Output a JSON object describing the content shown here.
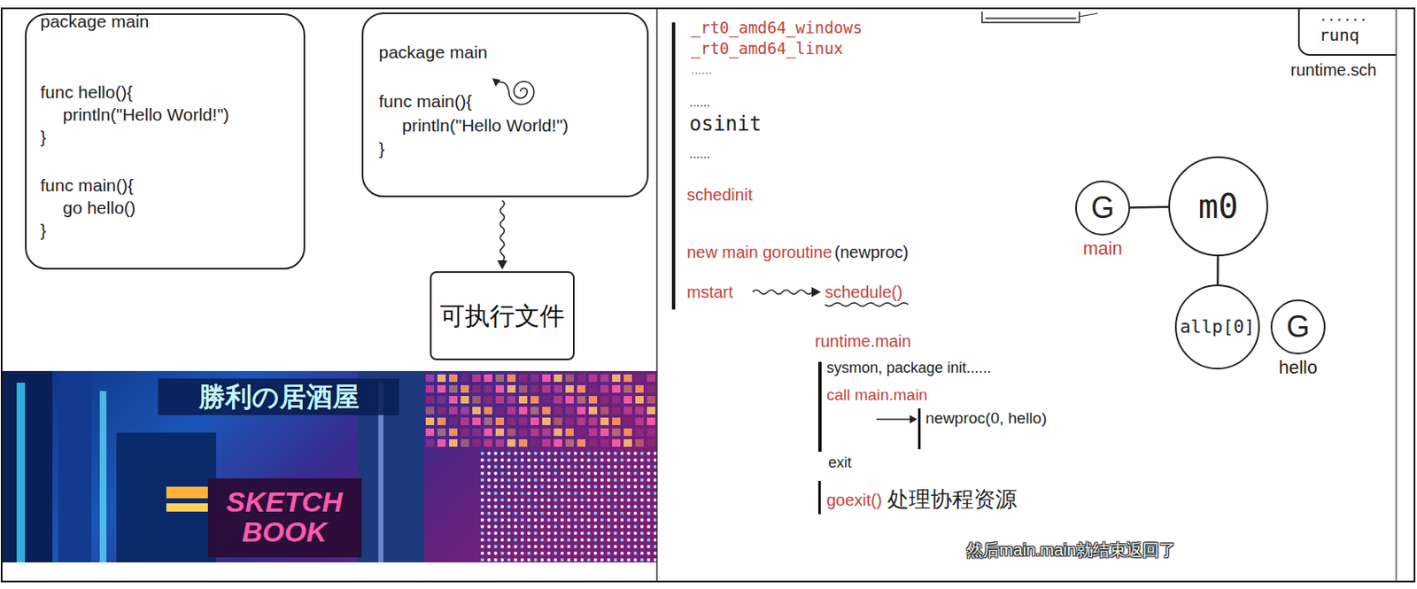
{
  "diagram": {
    "nodes": [
      {
        "text": [
          "package main",
          "func hello(){",
          "println(\"Hello World!\")",
          "}",
          "func main(){",
          "go hello()",
          "}"
        ]
      },
      {
        "text": [
          "package main",
          "func main(){",
          "println(\"Hello World!\")",
          "}"
        ]
      },
      {
        "text": [
          "可执行文件"
        ]
      },
      {
        "text": [
          "......",
          "runq"
        ]
      },
      {
        "text": [
          "G",
          "main"
        ]
      },
      {
        "text": [
          "m0"
        ]
      },
      {
        "text": [
          "allp[0]"
        ]
      },
      {
        "text": [
          "G",
          "hello"
        ]
      }
    ],
    "edges": [
      {
        "from": 1,
        "to": 2,
        "arrow": "to"
      },
      {
        "from": 4,
        "to": 5,
        "arrow": "none"
      },
      {
        "from": 5,
        "to": 6,
        "arrow": "none"
      }
    ],
    "labels": [
      "_rt0_amd64_windows",
      "_rt0_amd64_linux",
      "......",
      "......",
      "osinit",
      "......",
      "schedinit",
      "new main goroutine",
      "(newproc)",
      "mstart",
      "schedule()",
      "runtime.main",
      "sysmon, package init......",
      "call main.main",
      "newproc(0, hello)",
      "exit",
      "goexit()",
      "处理协程资源",
      "runtime.sch",
      "勝利の居酒屋",
      "SKETCH BOOK",
      "然后main.main就结束返回了"
    ]
  }
}
